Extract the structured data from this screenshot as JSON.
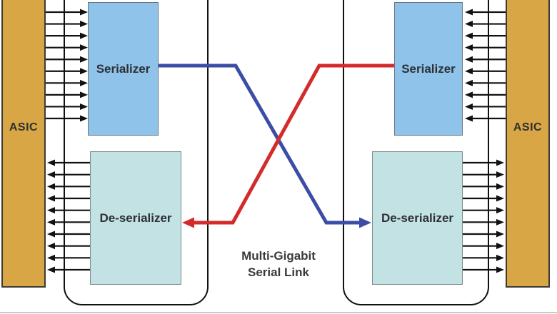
{
  "diagram": {
    "left_asic": {
      "label": "ASIC"
    },
    "right_asic": {
      "label": "ASIC"
    },
    "left_chip": {
      "serializer_label": "Serializer",
      "deserializer_label": "De-serializer"
    },
    "right_chip": {
      "serializer_label": "Serializer",
      "deserializer_label": "De-serializer"
    },
    "center_label": {
      "line1": "Multi-Gigabit",
      "line2": "Serial Link"
    },
    "parallel_bus": {
      "lanes_per_group": 10,
      "groups": 4
    },
    "colors": {
      "asic_fill": "#D8A644",
      "serializer_fill": "#8FC3E9",
      "deserializer_fill": "#C3E2E3",
      "link_blue": "#3B4DA6",
      "link_red": "#D32B2B",
      "arrow_black": "#111111"
    }
  }
}
